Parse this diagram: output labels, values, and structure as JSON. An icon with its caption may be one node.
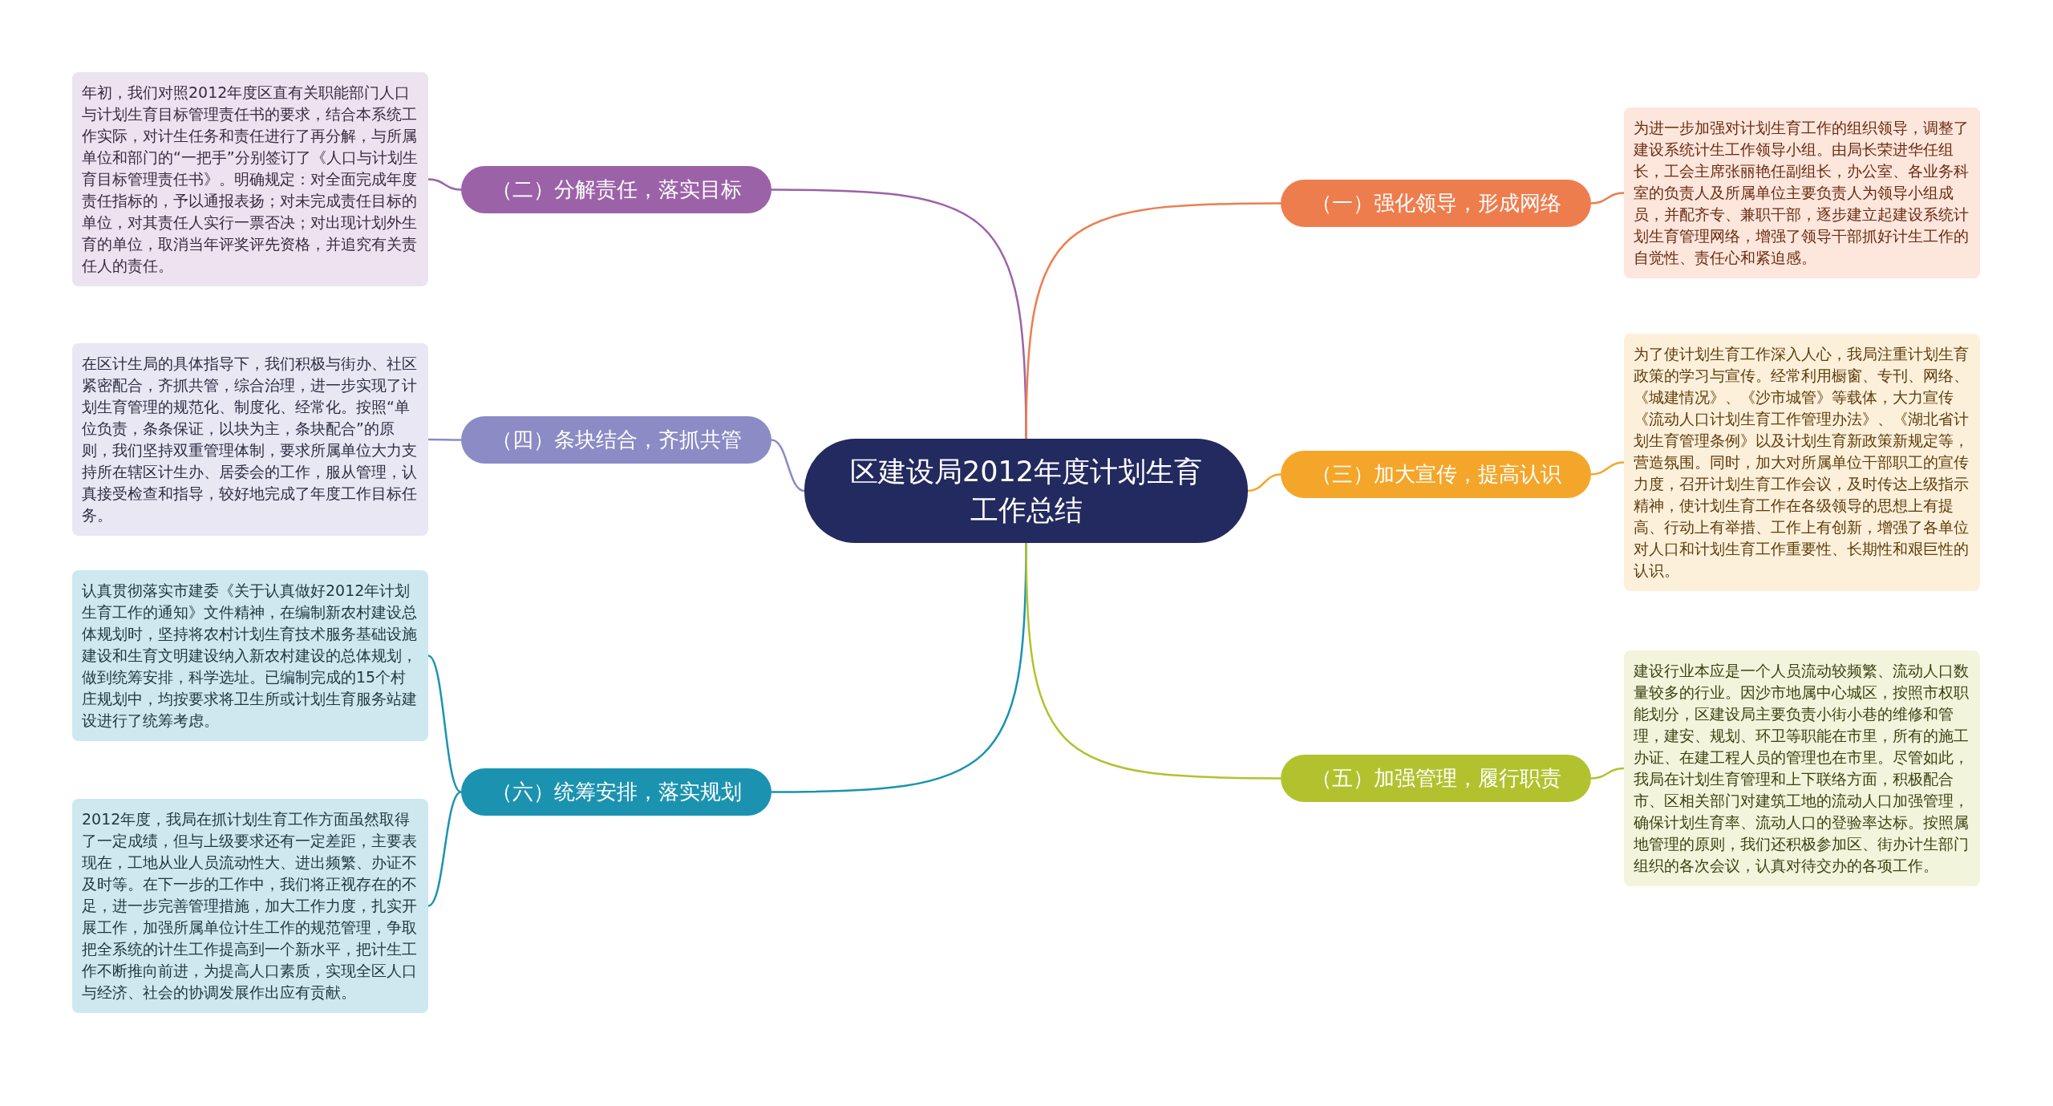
{
  "diagram": {
    "nodes": [
      {
        "text": [
          "区建设局2012年度计划生育工作总结"
        ]
      },
      {
        "text": [
          "（二）分解责任，落实目标"
        ]
      },
      {
        "text": [
          "年初，我们对照2012年度区直有关职能部门人口与计划生育目标管理责任书的要求，结合本系统工作实际，对计生任务和责任进行了再分解，与所属单位和部门的“一把手”分别签订了《人口与计划生育目标管理责任书》。明确规定：对全面完成年度责任指标的，予以通报表扬；对未完成责任目标的单位，对其责任人实行一票否决；对出现计划外生育的单位，取消当年评奖评先资格，并追究有关责任人的责任。"
        ]
      },
      {
        "text": [
          "（四）条块结合，齐抓共管"
        ]
      },
      {
        "text": [
          "在区计生局的具体指导下，我们积极与街办、社区紧密配合，齐抓共管，综合治理，进一步实现了计划生育管理的规范化、制度化、经常化。按照“单位负责，条条保证，以块为主，条块配合”的原则，我们坚持双重管理体制，要求所属单位大力支持所在辖区计生办、居委会的工作，服从管理，认真接受检查和指导，较好地完成了年度工作目标任务。"
        ]
      },
      {
        "text": [
          "（六）统筹安排，落实规划"
        ]
      },
      {
        "text": [
          "认真贯彻落实市建委《关于认真做好2012年计划生育工作的通知》文件精神，在编制新农村建设总体规划时，坚持将农村计划生育技术服务基础设施建设和生育文明建设纳入新农村建设的总体规划，做到统筹安排，科学选址。已编制完成的15个村庄规划中，均按要求将卫生所或计划生育服务站建设进行了统筹考虑。"
        ]
      },
      {
        "text": [
          "2012年度，我局在抓计划生育工作方面虽然取得了一定成绩，但与上级要求还有一定差距，主要表现在，工地从业人员流动性大、进出频繁、办证不及时等。在下一步的工作中，我们将正视存在的不足，进一步完善管理措施，加大工作力度，扎实开展工作，加强所属单位计生工作的规范管理，争取把全系统的计生工作提高到一个新水平，把计生工作不断推向前进，为提高人口素质，实现全区人口与经济、社会的协调发展作出应有贡献。"
        ]
      },
      {
        "text": [
          "（一）强化领导，形成网络"
        ]
      },
      {
        "text": [
          "为进一步加强对计划生育工作的组织领导，调整了建设系统计生工作领导小组。由局长荣进华任组长，工会主席张丽艳任副组长，办公室、各业务科室的负责人及所属单位主要负责人为领导小组成员，并配齐专、兼职干部，逐步建立起建设系统计划生育管理网络，增强了领导干部抓好计生工作的自觉性、责任心和紧迫感。"
        ]
      },
      {
        "text": [
          "（三）加大宣传，提高认识"
        ]
      },
      {
        "text": [
          "为了使计划生育工作深入人心，我局注重计划生育政策的学习与宣传。经常利用橱窗、专刊、网络、《城建情况》、《沙市城管》等载体，大力宣传《流动人口计划生育工作管理办法》、《湖北省计划生育管理条例》以及计划生育新政策新规定等，营造氛围。同时，加大对所属单位干部职工的宣传力度，召开计划生育工作会议，及时传达上级指示精神，使计划生育工作在各级领导的思想上有提高、行动上有举措、工作上有创新，增强了各单位对人口和计划生育工作重要性、长期性和艰巨性的认识。"
        ]
      },
      {
        "text": [
          "（五）加强管理，履行职责"
        ]
      },
      {
        "text": [
          "建设行业本应是一个人员流动较频繁、流动人口数量较多的行业。因沙市地属中心城区，按照市权职能划分，区建设局主要负责小街小巷的维修和管理，建安、规划、环卫等职能在市里，所有的施工办证、在建工程人员的管理也在市里。尽管如此，我局在计划生育管理和上下联络方面，积极配合市、区相关部门对建筑工地的流动人口加强管理，确保计划生育率、流动人口的登验率达标。按照属地管理的原则，我们还积极参加区、街办计生部门组织的各次会议，认真对待交办的各项工作。"
        ]
      }
    ],
    "edges": [
      {
        "from": 0,
        "to": 1,
        "arrow": "none",
        "color": "#9c62a8"
      },
      {
        "from": 0,
        "to": 3,
        "arrow": "none",
        "color": "#8b8bc6"
      },
      {
        "from": 0,
        "to": 5,
        "arrow": "none",
        "color": "#1b93b0"
      },
      {
        "from": 0,
        "to": 8,
        "arrow": "none",
        "color": "#ee7d4e"
      },
      {
        "from": 0,
        "to": 10,
        "arrow": "none",
        "color": "#f4a62a"
      },
      {
        "from": 0,
        "to": 12,
        "arrow": "none",
        "color": "#b2c22f"
      },
      {
        "from": 1,
        "to": 2,
        "arrow": "none",
        "color": "#9c62a8"
      },
      {
        "from": 3,
        "to": 4,
        "arrow": "none",
        "color": "#8b8bc6"
      },
      {
        "from": 5,
        "to": 6,
        "arrow": "none",
        "color": "#1b93b0"
      },
      {
        "from": 5,
        "to": 7,
        "arrow": "none",
        "color": "#1b93b0"
      },
      {
        "from": 8,
        "to": 9,
        "arrow": "none",
        "color": "#ee7d4e"
      },
      {
        "from": 10,
        "to": 11,
        "arrow": "none",
        "color": "#f4a62a"
      },
      {
        "from": 12,
        "to": 13,
        "arrow": "none",
        "color": "#b2c22f"
      }
    ]
  }
}
